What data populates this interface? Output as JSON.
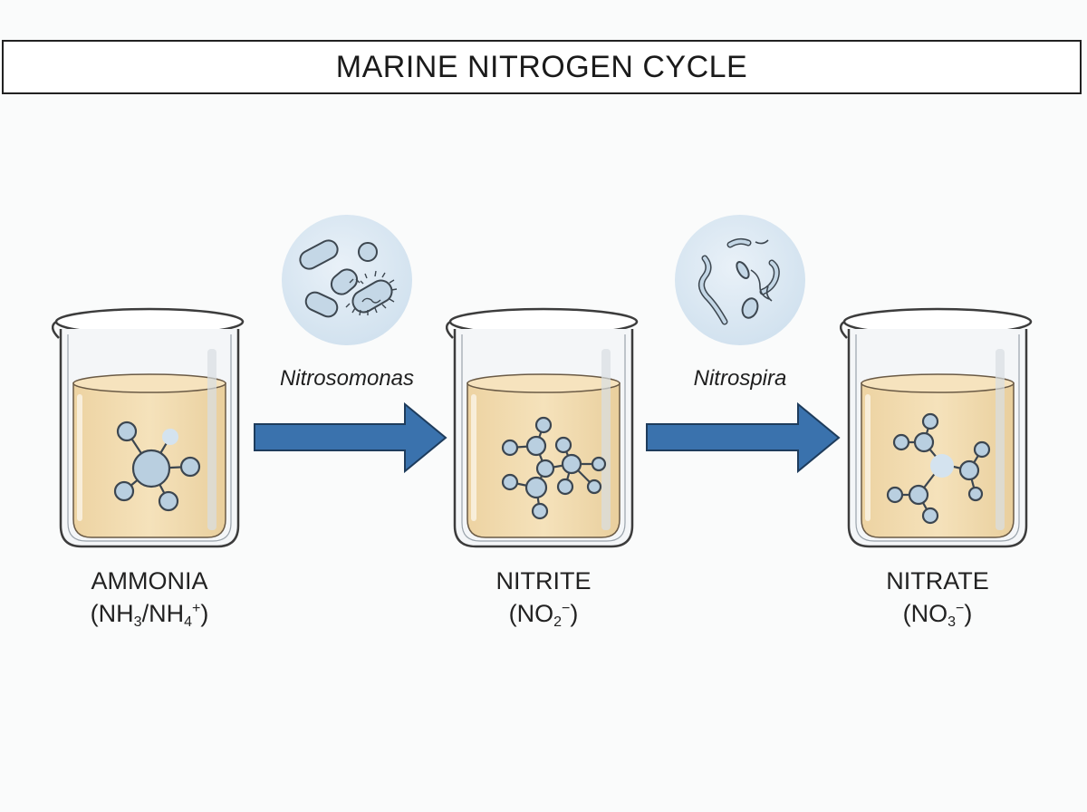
{
  "title": "MARINE NITROGEN CYCLE",
  "stages": [
    {
      "name": "AMMONIA",
      "formula": {
        "open": "(",
        "p1": "NH",
        "s1": "3",
        "p2": "/NH",
        "s2": "4",
        "sup": "+",
        "close": ")"
      }
    },
    {
      "name": "NITRITE",
      "formula": {
        "open": "(",
        "p1": "NO",
        "s1": "2",
        "sup": "−",
        "close": ")"
      }
    },
    {
      "name": "NITRATE",
      "formula": {
        "open": "(",
        "p1": "NO",
        "s1": "3",
        "sup": "−",
        "close": ")"
      }
    }
  ],
  "bacteria": [
    {
      "name": "Nitrosomonas",
      "icon": "rod-bacteria-icon"
    },
    {
      "name": "Nitrospira",
      "icon": "spiral-bacteria-icon"
    }
  ],
  "colors": {
    "liquid": "#f2dcb0",
    "arrow": "#3a72ad",
    "molecule": "#b9cfe0",
    "bacteria_circle": "#dde9f3"
  }
}
